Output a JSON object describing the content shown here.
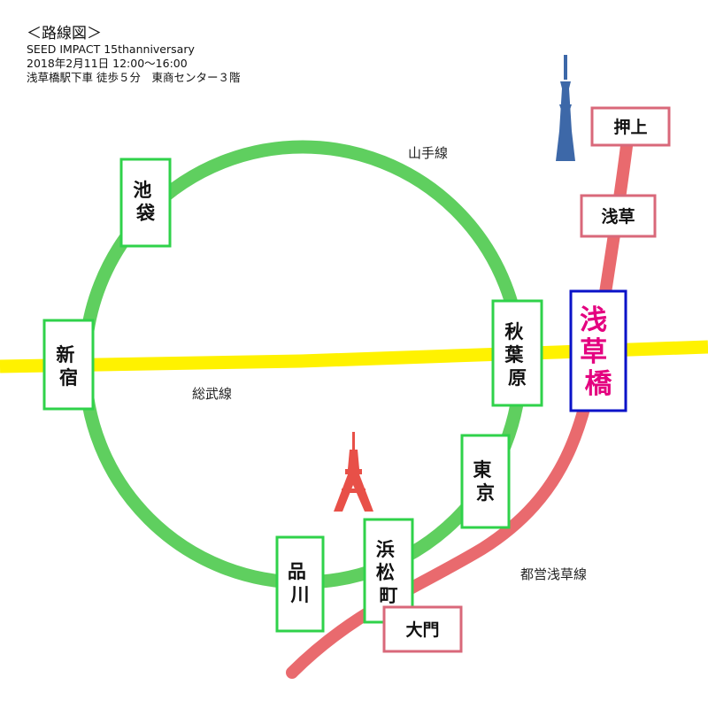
{
  "header": {
    "title": "＜路線図＞",
    "event": "SEED IMPACT 15thanniversary",
    "datetime": "2018年2月11日 12:00〜16:00",
    "access": "浅草橋駅下車 徒歩５分　東商センター３階"
  },
  "lines": {
    "yamanote": "山手線",
    "sobu": "総武線",
    "asakusa": "都営浅草線"
  },
  "stations": {
    "ikebukuro": "池袋",
    "shinjuku": "新宿",
    "akihabara": "秋葉原",
    "tokyo": "東京",
    "hamamatsucho": "浜松町",
    "shinagawa": "品川",
    "oshiage": "押上",
    "asakusa": "浅草",
    "asakusabashi": "浅草橋",
    "daimon": "大門"
  },
  "colors": {
    "yamanote": "#5fcf5f",
    "sobu": "#fff200",
    "asakusa": "#e96a6e",
    "highlight_border": "#0a12c8",
    "highlight_text": "#e4007f",
    "skytree": "#3d68a8",
    "tokyo_tower": "#e85048"
  }
}
